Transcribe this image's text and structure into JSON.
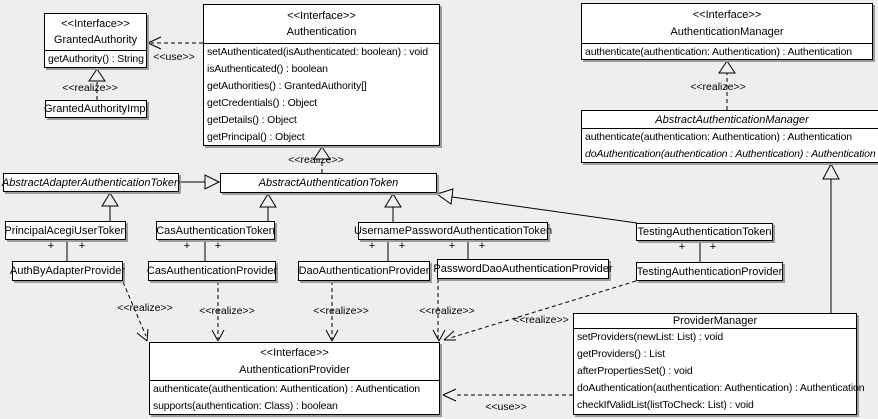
{
  "plus": "+",
  "labels": {
    "use_authentication_granted": "<<use>>",
    "realize_granted_impl": "<<realize>>",
    "realize_abstract_token": "<<realize>>",
    "realize_abstract_manager": "<<realize>>",
    "realize_auth_by_adapter": "<<realize>>",
    "realize_cas": "<<realize>>",
    "realize_dao": "<<realize>>",
    "realize_password_dao": "<<realize>>",
    "realize_testing": "<<realize>>",
    "use_provider_manager": "<<use>>"
  },
  "boxes": {
    "granted_authority": {
      "stereotype": "<<Interface>>",
      "name": "GrantedAuthority",
      "methods": [
        "getAuthority() : String"
      ]
    },
    "granted_authority_impl": {
      "name": "GrantedAuthorityImpl"
    },
    "authentication": {
      "stereotype": "<<Interface>>",
      "name": "Authentication",
      "methods": [
        "setAuthenticated(isAuthenticated: boolean) : void",
        "isAuthenticated() : boolean",
        "getAuthorities() : GrantedAuthority[]",
        "getCredentials() : Object",
        "getDetails() : Object",
        "getPrincipal() : Object"
      ]
    },
    "authentication_manager": {
      "stereotype": "<<Interface>>",
      "name": "AuthenticationManager",
      "methods": [
        "authenticate(authentication: Authentication) : Authentication"
      ]
    },
    "abstract_authentication_manager": {
      "name": "AbstractAuthenticationManager",
      "methods": [
        "authenticate(authentication: Authentication) : Authentication",
        "doAuthentication(authentication : Authentication) : Authentication"
      ]
    },
    "abstract_adapter_authentication_token": {
      "name": "AbstractAdapterAuthenticationToken"
    },
    "abstract_authentication_token": {
      "name": "AbstractAuthenticationToken"
    },
    "principal_acegi_user_token": {
      "name": "PrincipalAcegiUserToken"
    },
    "cas_authentication_token": {
      "name": "CasAuthenticationToken"
    },
    "username_password_authentication_token": {
      "name": "UsernamePasswordAuthenticationToken"
    },
    "testing_authentication_token": {
      "name": "TestingAuthenticationToken"
    },
    "auth_by_adapter_provider": {
      "name": "AuthByAdapterProvider"
    },
    "cas_authentication_provider": {
      "name": "CasAuthenticationProvider"
    },
    "dao_authentication_provider": {
      "name": "DaoAuthenticationProvider"
    },
    "password_dao_authentication_provider": {
      "name": "PasswordDaoAuthenticationProvider"
    },
    "testing_authentication_provider": {
      "name": "TestingAuthenticationProvider"
    },
    "authentication_provider": {
      "stereotype": "<<Interface>>",
      "name": "AuthenticationProvider",
      "methods": [
        "authenticate(authentication: Authentication) : Authentication",
        "supports(authentication: Class) : boolean"
      ]
    },
    "provider_manager": {
      "name": "ProviderManager",
      "methods": [
        "setProviders(newList: List) : void",
        "getProviders() : List",
        "afterPropertiesSet() : void",
        "doAuthentication(authentication: Authentication) : Authentication",
        "checkIfValidList(listToCheck: List) : void"
      ]
    }
  },
  "colors": {
    "background": "#eeeeee",
    "box_fill": "#ffffff",
    "line": "#000000",
    "shadow": "#9c9c9c"
  }
}
